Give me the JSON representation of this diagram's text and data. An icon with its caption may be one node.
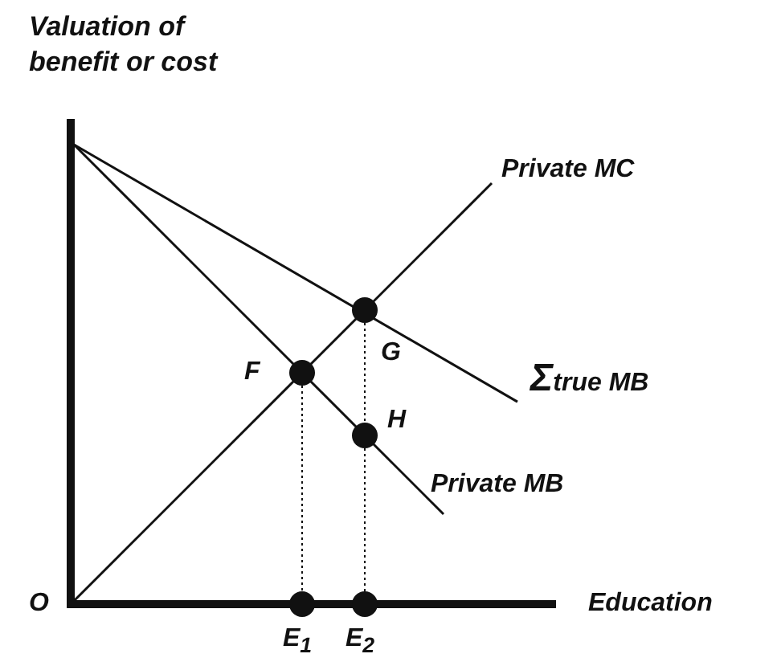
{
  "diagram": {
    "nodes": [
      {
        "text": [],
        "shape": "circle",
        "beside": [
          "G"
        ]
      },
      {
        "text": [],
        "shape": "circle",
        "beside": [
          "F"
        ]
      },
      {
        "text": [],
        "shape": "circle",
        "beside": [
          "H"
        ]
      },
      {
        "text": [],
        "shape": "circle",
        "beside": [
          "E$_{1}$"
        ]
      },
      {
        "text": [],
        "shape": "circle",
        "beside": [
          "E$_{2}$"
        ]
      }
    ],
    "edges": [
      {
        "from": 1,
        "to": 3,
        "arrow": "none",
        "style": "dashed"
      },
      {
        "from": 0,
        "to": 2,
        "arrow": "none",
        "style": "dashed"
      },
      {
        "from": 2,
        "to": 4,
        "arrow": "none",
        "style": "dashed"
      }
    ],
    "labels": [
      "Valuation of benefit or cost",
      "Private MC",
      "**Σ**true MB",
      "Private MB",
      "O",
      "Education"
    ]
  }
}
